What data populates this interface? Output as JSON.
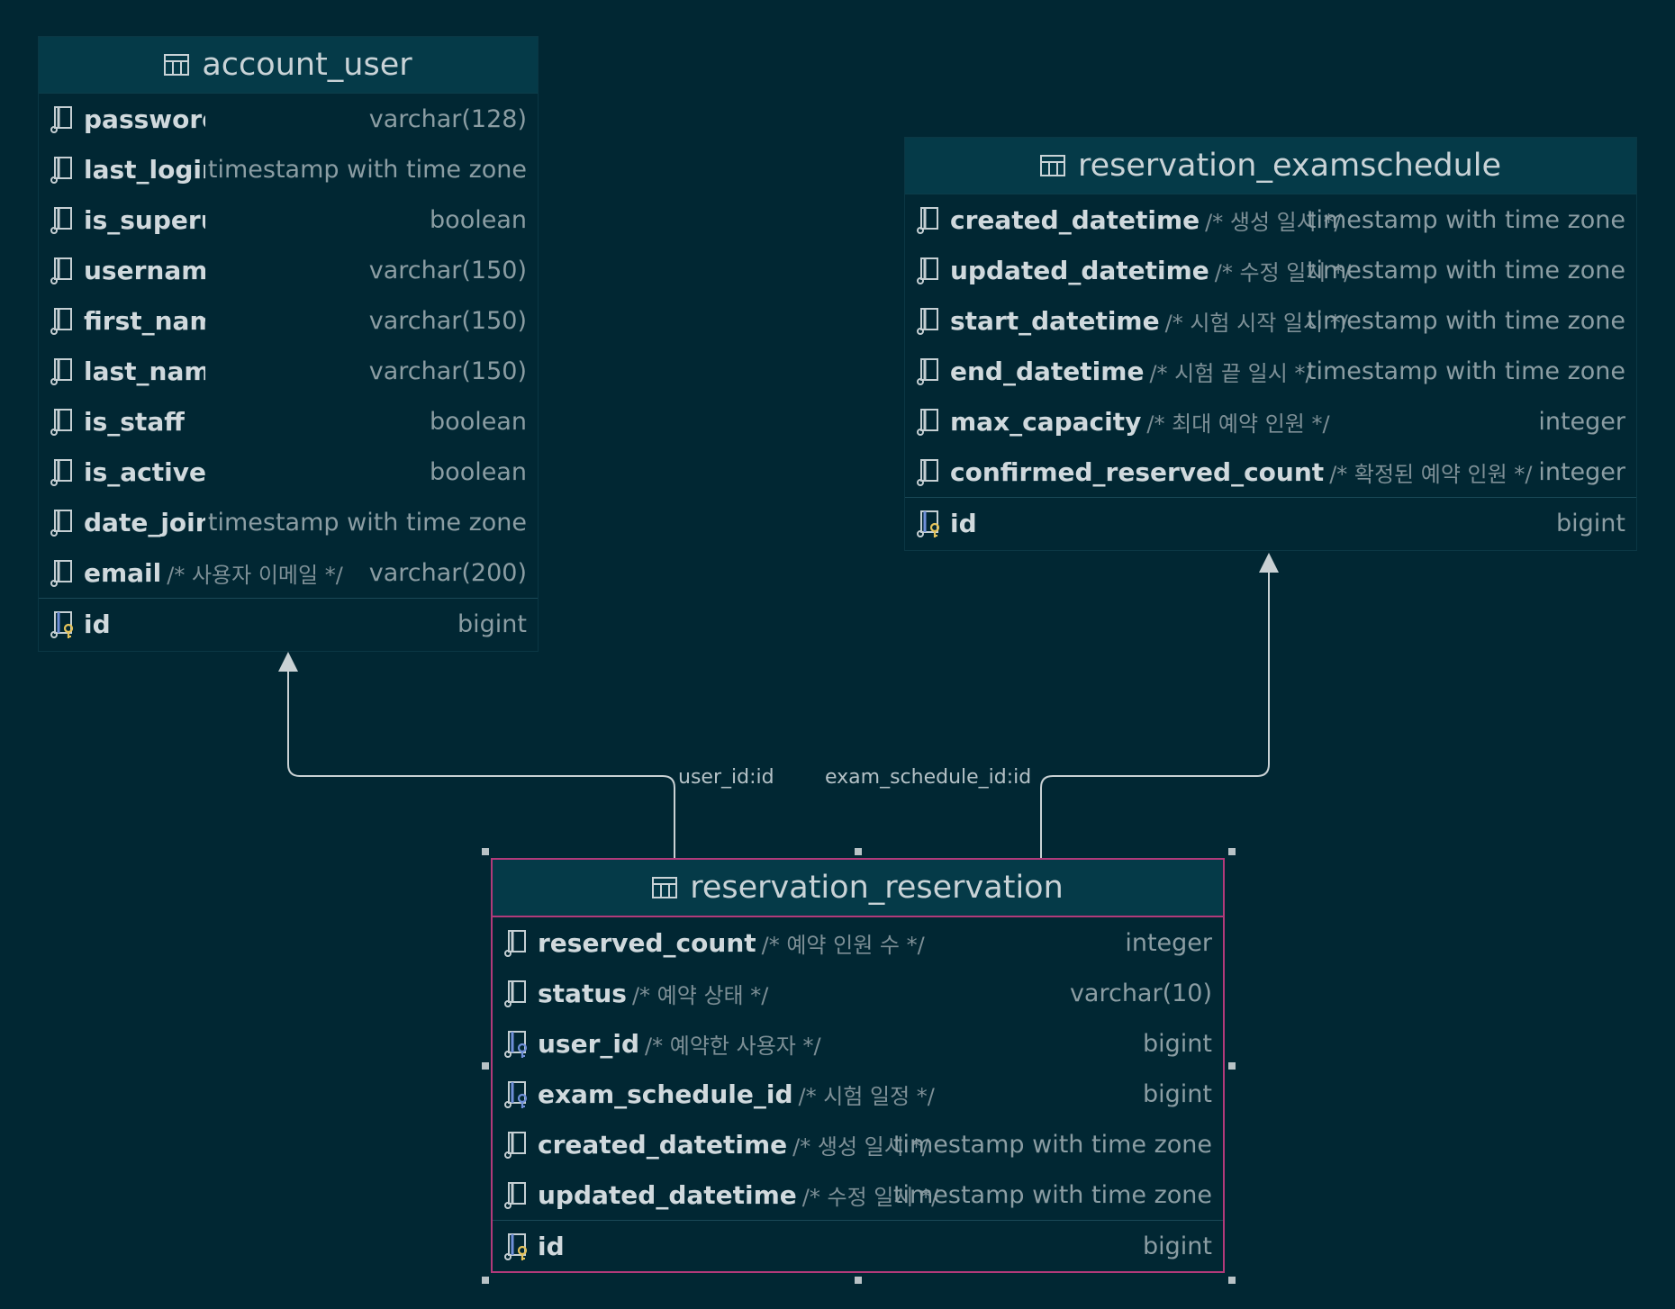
{
  "tables": {
    "account_user": {
      "name": "account_user",
      "columns": [
        {
          "name": "password",
          "type": "varchar(128)",
          "comment": ""
        },
        {
          "name": "last_login",
          "type": "timestamp with time zone",
          "comment": ""
        },
        {
          "name": "is_superuser",
          "type": "boolean",
          "comment": ""
        },
        {
          "name": "username",
          "type": "varchar(150)",
          "comment": ""
        },
        {
          "name": "first_name",
          "type": "varchar(150)",
          "comment": ""
        },
        {
          "name": "last_name",
          "type": "varchar(150)",
          "comment": ""
        },
        {
          "name": "is_staff",
          "type": "boolean",
          "comment": ""
        },
        {
          "name": "is_active",
          "type": "boolean",
          "comment": ""
        },
        {
          "name": "date_joined",
          "type": "timestamp with time zone",
          "comment": ""
        },
        {
          "name": "email",
          "type": "varchar(200)",
          "comment": "/* 사용자 이메일 */"
        }
      ],
      "pk": {
        "name": "id",
        "type": "bigint"
      }
    },
    "reservation_examschedule": {
      "name": "reservation_examschedule",
      "columns": [
        {
          "name": "created_datetime",
          "type": "timestamp with time zone",
          "comment": "/* 생성 일시 */"
        },
        {
          "name": "updated_datetime",
          "type": "timestamp with time zone",
          "comment": "/* 수정 일시 */"
        },
        {
          "name": "start_datetime",
          "type": "timestamp with time zone",
          "comment": "/* 시험 시작 일시 */"
        },
        {
          "name": "end_datetime",
          "type": "timestamp with time zone",
          "comment": "/* 시험 끝 일시 */"
        },
        {
          "name": "max_capacity",
          "type": "integer",
          "comment": "/* 최대 예약 인원 */"
        },
        {
          "name": "confirmed_reserved_count",
          "type": "integer",
          "comment": "/* 확정된 예약 인원 */"
        }
      ],
      "pk": {
        "name": "id",
        "type": "bigint"
      }
    },
    "reservation_reservation": {
      "name": "reservation_reservation",
      "columns": [
        {
          "name": "reserved_count",
          "type": "integer",
          "comment": "/* 예약 인원 수 */"
        },
        {
          "name": "status",
          "type": "varchar(10)",
          "comment": "/* 예약 상태 */"
        },
        {
          "name": "user_id",
          "type": "bigint",
          "comment": "/* 예약한 사용자 */"
        },
        {
          "name": "exam_schedule_id",
          "type": "bigint",
          "comment": "/* 시험 일정 */"
        },
        {
          "name": "created_datetime",
          "type": "timestamp with time zone",
          "comment": "/* 생성 일시 */"
        },
        {
          "name": "updated_datetime",
          "type": "timestamp with time zone",
          "comment": "/* 수정 일시 */"
        }
      ],
      "pk": {
        "name": "id",
        "type": "bigint"
      }
    }
  },
  "relations": {
    "user": "user_id:id",
    "exam_schedule": "exam_schedule_id:id"
  },
  "colors": {
    "background": "#012733",
    "header": "#053a48",
    "selection": "#b23a7a",
    "pk_key": "#e3c25a",
    "fk_key": "#6f8fd8"
  }
}
